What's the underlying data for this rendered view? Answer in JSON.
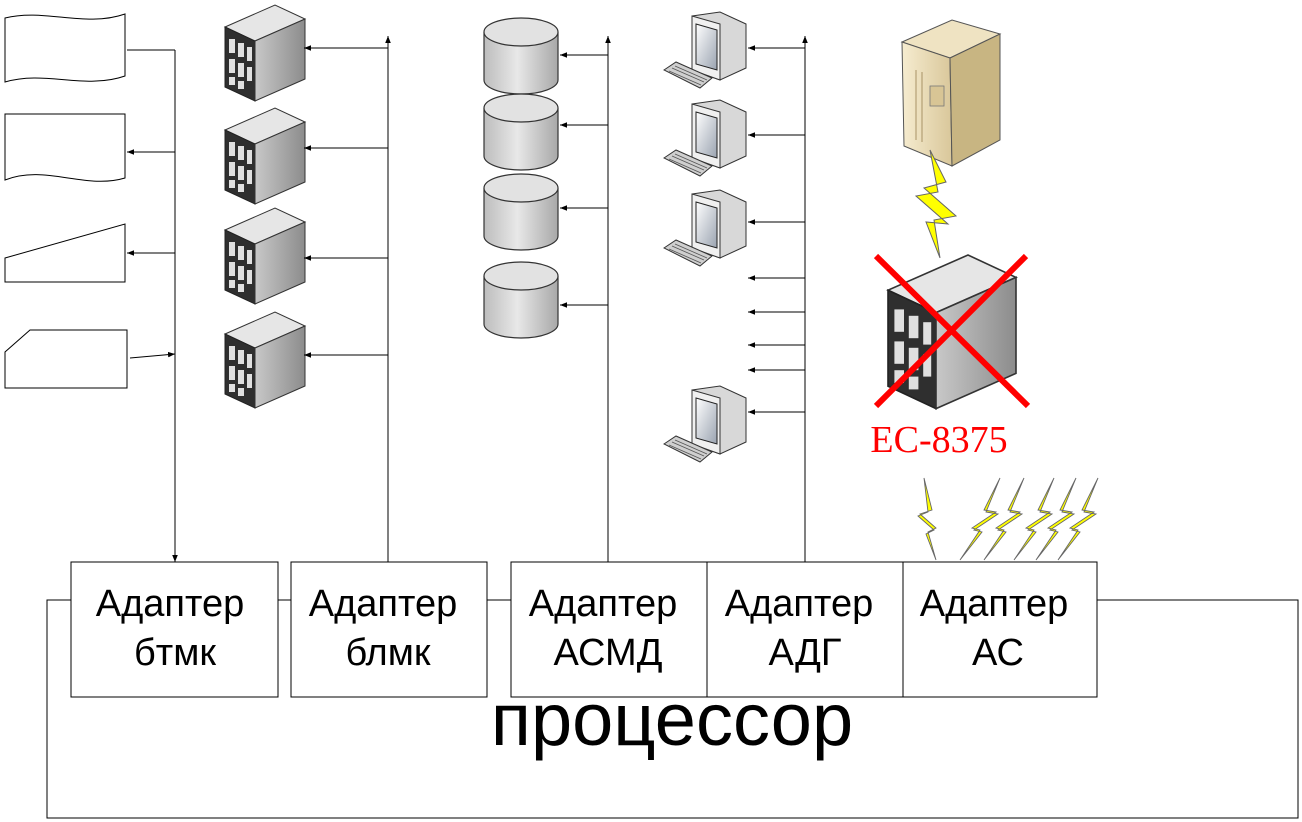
{
  "processor": {
    "label": "процессор"
  },
  "adapters": [
    {
      "id": "btmk",
      "line1": "Адаптер",
      "line2": "бтмк"
    },
    {
      "id": "blmk",
      "line1": "Адаптер",
      "line2": "блмк"
    },
    {
      "id": "asmd",
      "line1": "Адаптер",
      "line2": "АСМД"
    },
    {
      "id": "adg",
      "line1": "Адаптер",
      "line2": "АДГ"
    },
    {
      "id": "as",
      "line1": "Адаптер",
      "line2": "АС"
    }
  ],
  "devices": {
    "media": [
      "punched-tape",
      "punched-tape",
      "document",
      "punched-card"
    ],
    "tape_units": 4,
    "disk_drives": 4,
    "terminals": 4,
    "mainframe": "server-icon",
    "crossed_unit": {
      "label": "ЕС-8375",
      "status": "crossed-out"
    }
  },
  "colors": {
    "cross": "#ff0000",
    "model_label": "#ff0000",
    "lightning": "#ffff00",
    "lines": "#000000"
  }
}
